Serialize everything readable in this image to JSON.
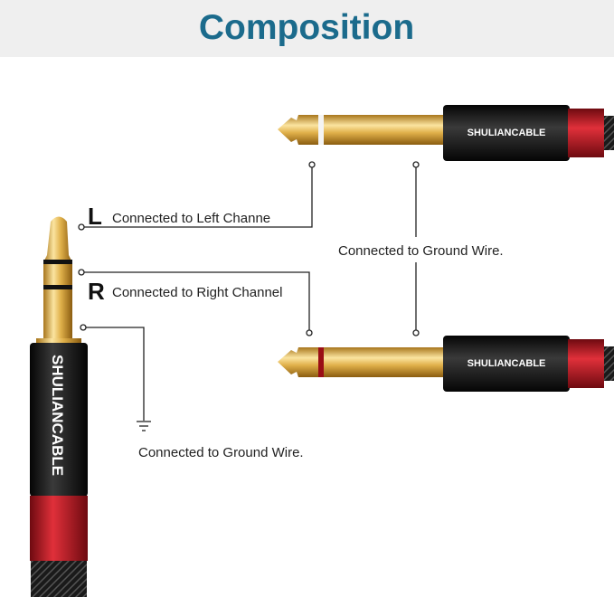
{
  "title": "Composition",
  "brand": "SHULIANCABLE",
  "labels": {
    "left_letter": "L",
    "left_text": "Connected to Left Channe",
    "right_letter": "R",
    "right_text": "Connected to Right Channel",
    "ground_text_left": "Connected to Ground Wire.",
    "ground_text_right": "Connected to Ground Wire."
  },
  "colors": {
    "title": "#1b6b8c",
    "header_bg": "#efefef",
    "gold": "#d9a93f",
    "red": "#b3121c",
    "black": "#151515"
  }
}
